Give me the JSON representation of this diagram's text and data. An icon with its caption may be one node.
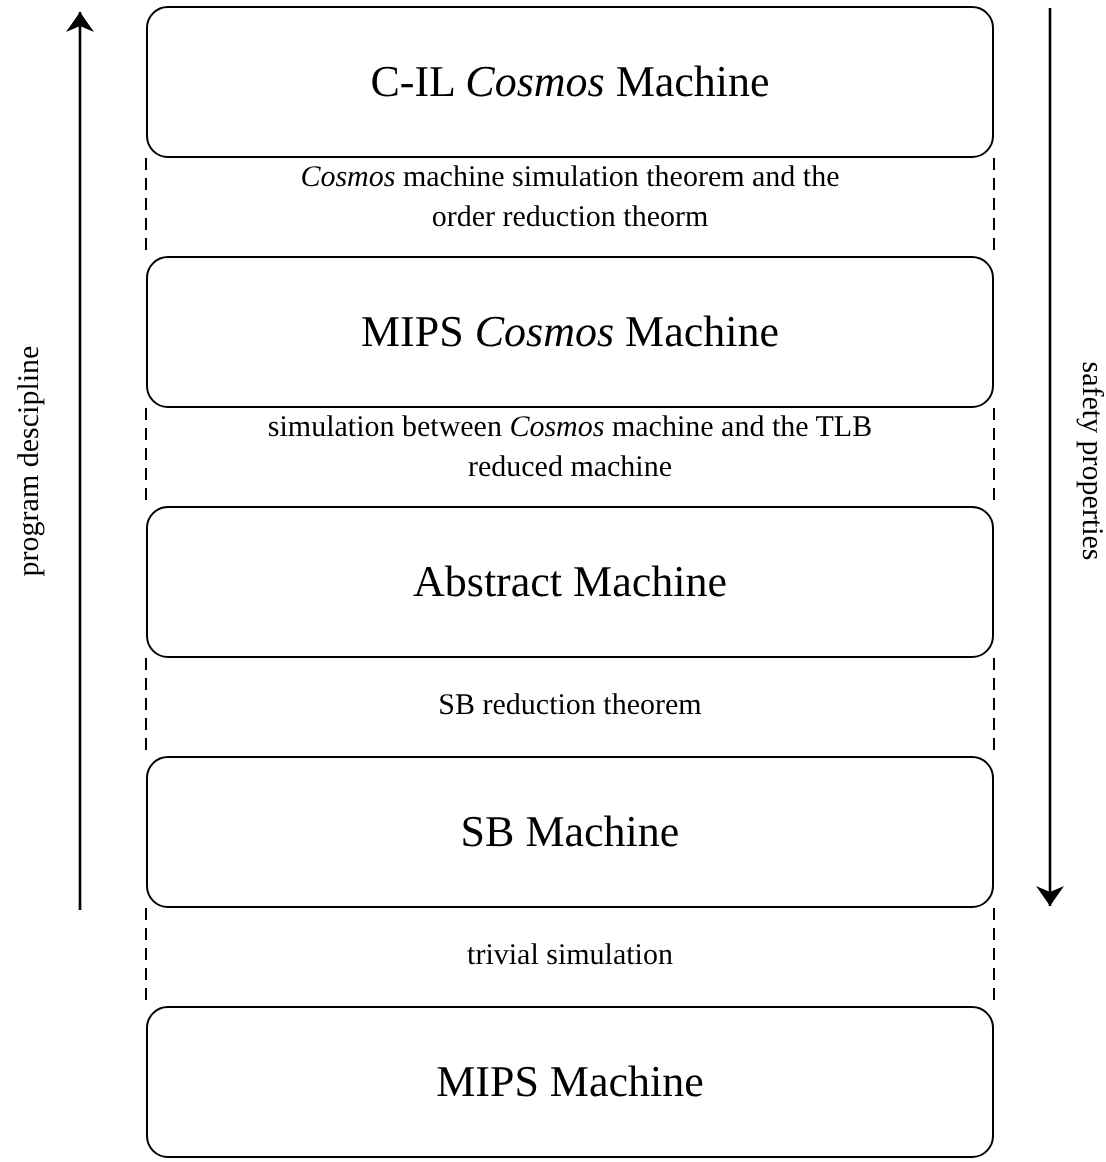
{
  "diagram": {
    "nodes": [
      {
        "text": [
          "C-IL *Cosmos* Machine"
        ]
      },
      {
        "text": [
          "MIPS *Cosmos* Machine"
        ]
      },
      {
        "text": [
          "Abstract Machine"
        ]
      },
      {
        "text": [
          "SB Machine"
        ]
      },
      {
        "text": [
          "MIPS Machine"
        ]
      }
    ],
    "edges": [
      {
        "from": 0,
        "to": 1,
        "arrow": "none",
        "style": "dashed"
      },
      {
        "from": 0,
        "to": 1,
        "arrow": "none",
        "style": "dashed"
      },
      {
        "from": 1,
        "to": 2,
        "arrow": "none",
        "style": "dashed"
      },
      {
        "from": 1,
        "to": 2,
        "arrow": "none",
        "style": "dashed"
      },
      {
        "from": 2,
        "to": 3,
        "arrow": "none",
        "style": "dashed"
      },
      {
        "from": 2,
        "to": 3,
        "arrow": "none",
        "style": "dashed"
      },
      {
        "from": 3,
        "to": 4,
        "arrow": "none",
        "style": "dashed"
      },
      {
        "from": 3,
        "to": 4,
        "arrow": "none",
        "style": "dashed"
      }
    ],
    "labels": [
      "*Cosmos* machine simulation theorem and the order reduction theorm",
      "simulation between *Cosmos* machine and the TLB reduced machine",
      "SB reduction theorem",
      "trivial simulation",
      "program descipline",
      "safety properties"
    ]
  }
}
